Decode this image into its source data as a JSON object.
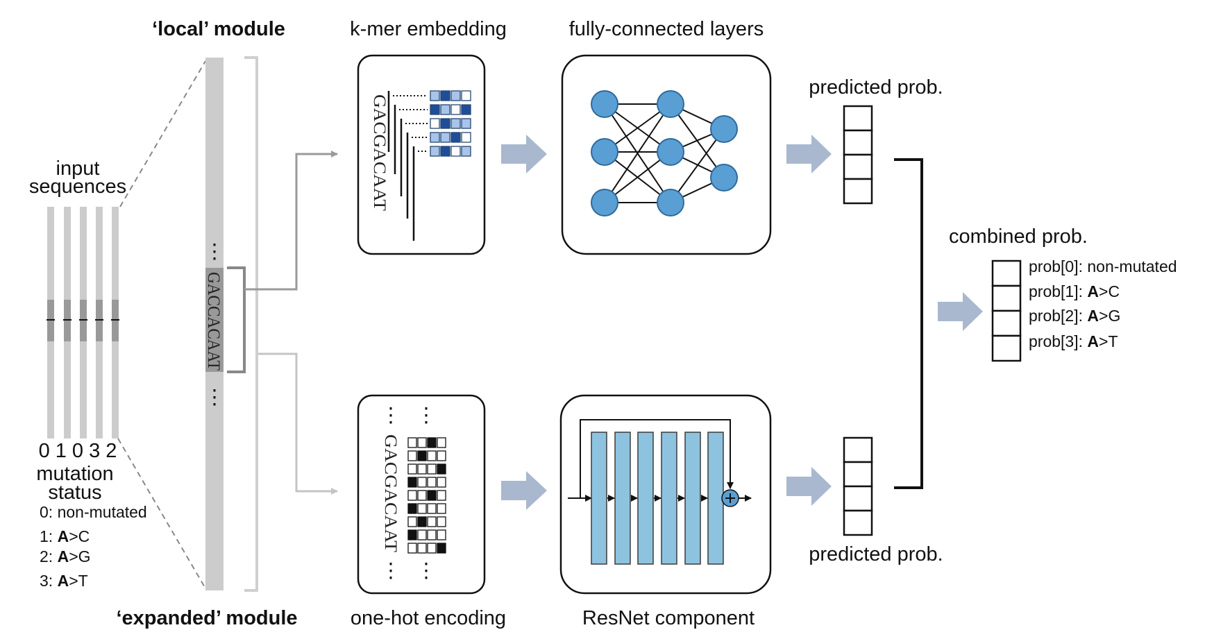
{
  "labels": {
    "local_module": "‘local’ module",
    "expanded_module": "‘expanded’ module",
    "kmer_embedding": "k-mer embedding",
    "fully_connected": "fully-connected layers",
    "one_hot": "one-hot encoding",
    "resnet": "ResNet component",
    "predicted_top": "predicted prob.",
    "predicted_bottom": "predicted prob.",
    "combined": "combined prob.",
    "input_line1": "input",
    "input_line2": "sequences",
    "mutation_line1": "mutation",
    "mutation_line2": "status",
    "status_digits": "0 1 0 3 2",
    "ellipsis": "⋮"
  },
  "sequence": {
    "vertical_seq": "GACCACAAT",
    "kmer_seq": "GACGACAAT",
    "onehot_seq": "GACGACAAT",
    "center_base": "A"
  },
  "legend": [
    {
      "prefix": "0: ",
      "bold": "",
      "rest": "non-mutated"
    },
    {
      "prefix": "1: ",
      "bold": "A",
      "rest": ">C"
    },
    {
      "prefix": "2: ",
      "bold": "A",
      "rest": ">G"
    },
    {
      "prefix": "3: ",
      "bold": "A",
      "rest": ">T"
    }
  ],
  "combined_entries": [
    {
      "prefix": "prob[0]: ",
      "bold": "",
      "rest": "non-mutated"
    },
    {
      "prefix": "prob[1]: ",
      "bold": "A",
      "rest": ">C"
    },
    {
      "prefix": "prob[2]: ",
      "bold": "A",
      "rest": ">G"
    },
    {
      "prefix": "prob[3]: ",
      "bold": "A",
      "rest": ">T"
    }
  ],
  "colors": {
    "node_fill": "#5a9fd4",
    "node_stroke": "#2e6a9c",
    "resnet_block": "#8ec3e0",
    "arrow_fill": "#a9b8cf",
    "gray_bar": "#cccccc",
    "dark_gray": "#999999",
    "kmer_dark": "#1f4e99",
    "kmer_light": "#a9c4ea"
  }
}
